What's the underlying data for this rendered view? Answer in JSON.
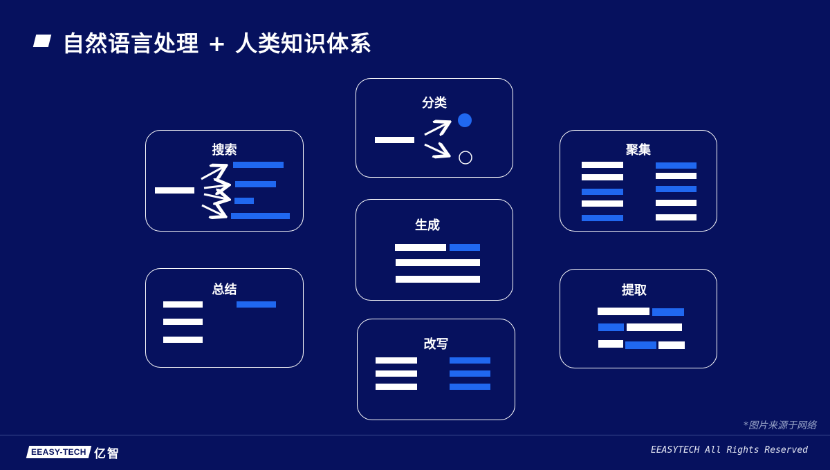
{
  "slide": {
    "title": "自然语言处理 + 人类知识体系",
    "source_note": "*图片来源于网络",
    "rights": "EEASYTECH All Rights Reserved"
  },
  "brand": {
    "badge_text": "EEASY-TECH",
    "cn_name": "亿智"
  },
  "cards": {
    "search": {
      "label": "搜索"
    },
    "classify": {
      "label": "分类"
    },
    "cluster": {
      "label": "聚集"
    },
    "generate": {
      "label": "生成"
    },
    "summarize": {
      "label": "总结"
    },
    "extract": {
      "label": "提取"
    },
    "rewrite": {
      "label": "改写"
    }
  },
  "colors": {
    "background": "#06115e",
    "accent_blue": "#2068f0",
    "white": "#ffffff"
  }
}
